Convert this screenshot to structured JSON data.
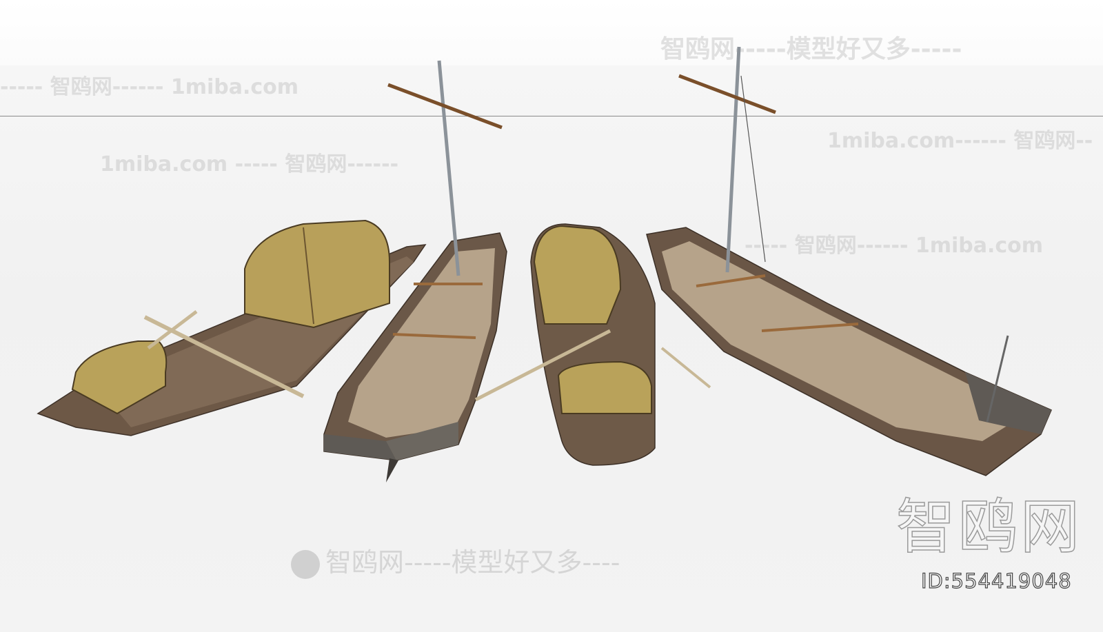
{
  "watermarks": {
    "brand": "智鸥网",
    "slogan_top": "智鸥网-----模型好又多-----",
    "slogan_bottom": "智鸥网-----模型好又多----",
    "site": "1miba.com",
    "row_1": "----- 智鸥网------ 1miba.com",
    "row_2": "1miba.com ----- 智鸥网------",
    "row_3": "----- 智鸥网------ 1miba.com",
    "row_4": "1miba.com------ 智鸥网--",
    "big_logo": "智鸥网",
    "id_label": "ID:554419048"
  },
  "colors": {
    "hull": "#6e5a48",
    "deck": "#b8a58c",
    "roof": "#b9a25a",
    "mast": "#8b9299",
    "yard": "#7a4f2a"
  }
}
